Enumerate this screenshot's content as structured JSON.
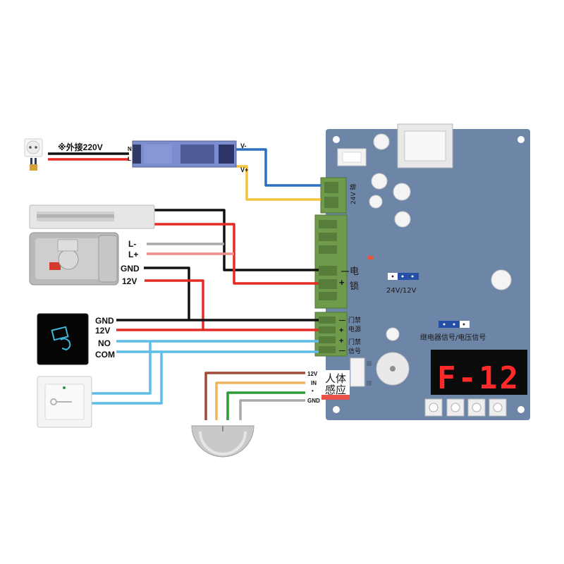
{
  "power": {
    "mains_note": "※外接220V",
    "psu_in_n": "N",
    "psu_in_l": "L",
    "psu_out_minus": "V-",
    "psu_out_plus": "V+"
  },
  "lock_terminals": {
    "l_minus": "L-",
    "l_plus": "L+",
    "gnd": "GND",
    "v12": "12V"
  },
  "reader_terminals": {
    "gnd": "GND",
    "v12": "12V",
    "no": "NO",
    "com": "COM"
  },
  "sensor_terminals": {
    "v12": "12V",
    "in": "IN",
    "dot": "•",
    "gnd": "GND"
  },
  "board": {
    "input_24v": "24V 输",
    "lock_label_1": "电",
    "lock_label_2": "锁",
    "lock_minus": "—",
    "lock_plus": "+",
    "jumper_voltage": "24V/12V",
    "jumper_signal": "继电器信号/电压信号",
    "gate_power_1": "门禁",
    "gate_power_2": "电源",
    "gate_signal_1": "门禁",
    "gate_signal_2": "信号",
    "gp_minus": "—",
    "gp_plus": "+",
    "gs_plus": "+",
    "gs_minus": "—",
    "sensor_label_1": "人体",
    "sensor_label_2": "感应",
    "display": "F-12"
  },
  "colors": {
    "board": "#6d85a6",
    "terminal_green": "#6f9a4c",
    "wire_red": "#e52b25",
    "wire_black": "#0d0d0d",
    "wire_blue": "#2c6fc0",
    "wire_yellow": "#f4c43a",
    "wire_cyan": "#5ebde8",
    "wire_gray": "#a9a9a9",
    "wire_pink": "#ee8f8b",
    "wire_brown": "#a04a37",
    "wire_orange": "#f0b55a",
    "wire_green": "#2d9a3a",
    "display_red": "#ff2a2a"
  },
  "icons": [
    "power-socket-icon",
    "power-supply-icon",
    "magnetic-lock-icon",
    "electric-lock-icon",
    "card-reader-icon",
    "exit-button-icon",
    "motion-sensor-icon",
    "buzzer-icon"
  ]
}
